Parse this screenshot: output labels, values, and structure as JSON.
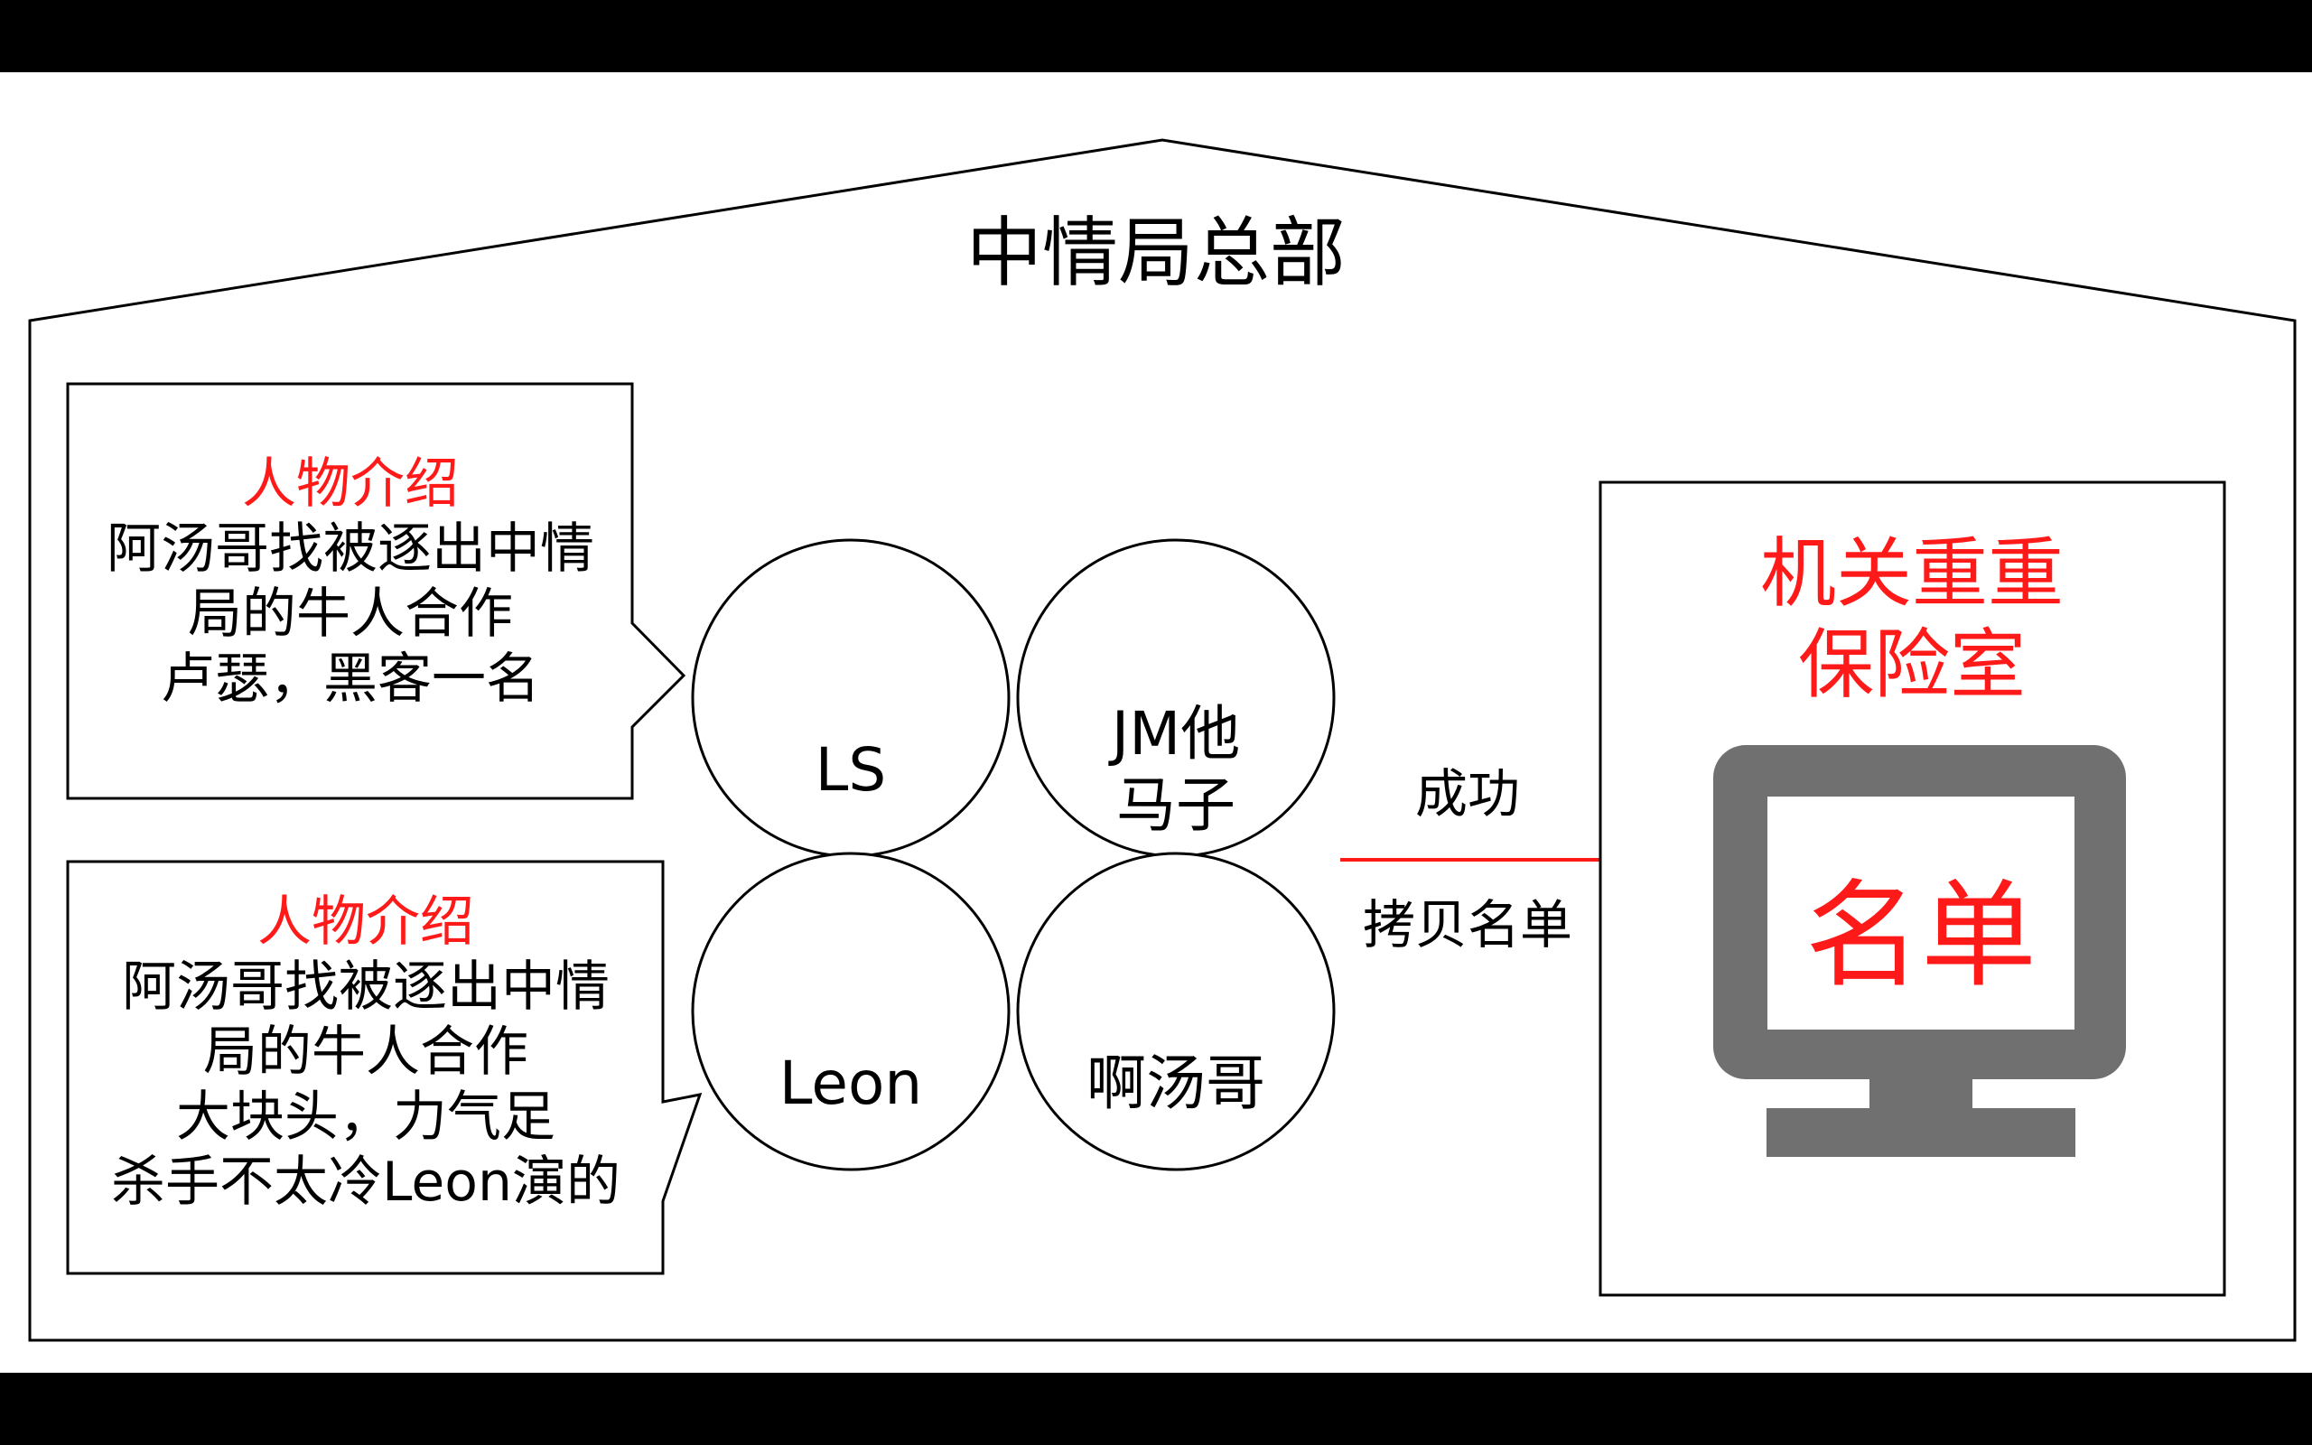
{
  "building": {
    "title": "中情局总部"
  },
  "callouts": [
    {
      "heading": "人物介绍",
      "lines": [
        "阿汤哥找被逐出中情",
        "局的牛人合作",
        "卢瑟，黑客一名"
      ]
    },
    {
      "heading": "人物介绍",
      "lines": [
        "阿汤哥找被逐出中情",
        "局的牛人合作",
        "大块头，力气足",
        "杀手不太冷Leon演的"
      ]
    }
  ],
  "team": [
    {
      "lines": [
        "LS"
      ]
    },
    {
      "lines": [
        "JM他",
        "马子"
      ]
    },
    {
      "lines": [
        "Leon"
      ]
    },
    {
      "lines": [
        "啊汤哥"
      ]
    }
  ],
  "arrow": {
    "label_top": "成功",
    "label_bottom": "拷贝名单"
  },
  "vault": {
    "title_lines": [
      "机关重重",
      "保险室"
    ],
    "screen_label": "名单",
    "monitor_icon": "monitor-icon"
  },
  "colors": {
    "highlight": "#ff1a1a",
    "monitor": "#707070",
    "frame": "#000000"
  }
}
